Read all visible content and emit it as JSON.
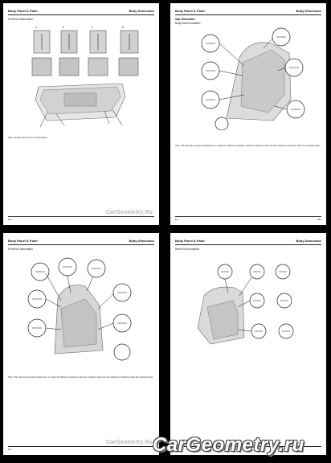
{
  "pages": [
    {
      "header_left": "Body Panel & Paint",
      "header_right": "Body Dimension",
      "section": "Front End Information",
      "note": "Note: All dimensions are in nominal values.",
      "footer_left": "1-5",
      "footer_right": "",
      "watermark": "CarGeometry.Ru",
      "columns": [
        "A",
        "B",
        "C",
        "D"
      ]
    },
    {
      "header_left": "Body Panel & Paint",
      "header_right": "Body Dimension",
      "section": "Gap Information",
      "subsection": "Body Side Information",
      "note": "Note: \"F/F represents general requirement, it means the difference between maximum clearance and minimum clearance should be within the required range.",
      "footer_left": "1-5",
      "footer_right": "457",
      "watermark": ""
    },
    {
      "header_left": "Body Panel & Paint",
      "header_right": "Body Dimension",
      "section": "Front End Information",
      "note": "Note: \"F/F represents general requirement, it means the difference between maximum clearance and minimum clearance should be within the required range.",
      "footer_left": "1-5",
      "footer_right": "",
      "watermark": "CarGeometry.Ru"
    },
    {
      "header_left": "Body Panel & Paint",
      "header_right": "Body Dimension",
      "section": "Rear End Information",
      "note": "",
      "footer_left": "",
      "footer_right": "",
      "watermark": ""
    }
  ],
  "big_watermark": "CarGeometry.ru",
  "colors": {
    "background": "#000000",
    "page": "#ffffff",
    "text": "#111111",
    "watermark_gray": "#b5b5b5"
  }
}
